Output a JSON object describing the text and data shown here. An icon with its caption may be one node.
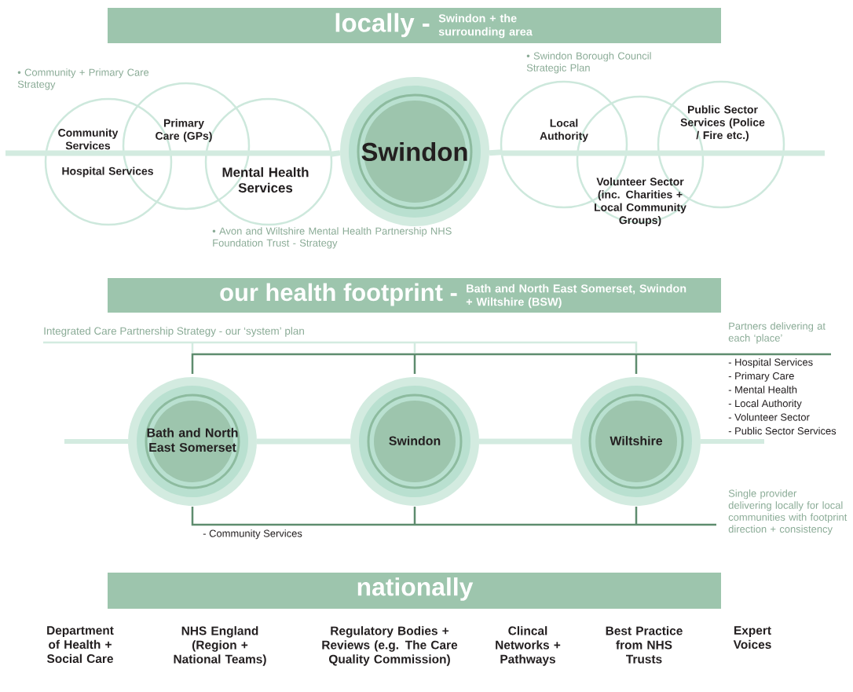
{
  "diagram": {
    "nodes": [
      {
        "text": [
          "locally -",
          "Swindon + the surrounding area"
        ]
      },
      {
        "text": [
          "Community Services",
          "Hospital Services"
        ]
      },
      {
        "text": [
          "Primary Care (GPs)"
        ]
      },
      {
        "text": [
          "Mental Health Services"
        ]
      },
      {
        "text": [
          "Swindon"
        ]
      },
      {
        "text": [
          "Local Authority"
        ]
      },
      {
        "text": [
          "Volunteer Sector (inc. Charities + Local Community Groups)"
        ]
      },
      {
        "text": [
          "Public Sector Services (Police / Fire etc.)"
        ]
      },
      {
        "text": [
          "our health footprint -",
          "Bath and North East Somerset, Swindon + Wiltshire (BSW)"
        ]
      },
      {
        "text": [
          "Bath and North East Somerset"
        ]
      },
      {
        "text": [
          "Swindon"
        ]
      },
      {
        "text": [
          "Wiltshire"
        ]
      },
      {
        "text": [
          "nationally"
        ]
      }
    ],
    "edges": [
      {
        "from": 3,
        "to": 4,
        "arrow": "none"
      },
      {
        "from": 4,
        "to": 5,
        "arrow": "none"
      },
      {
        "from": 9,
        "to": 10,
        "arrow": "none"
      },
      {
        "from": 10,
        "to": 11,
        "arrow": "none"
      }
    ],
    "labels": [
      "• Swindon Borough Council Strategic Plan",
      "• Community + Primary Care Strategy",
      "• Avon and Wiltshire Mental Health Partnership NHS Foundation Trust - Strategy",
      "Integrated Care Partnership Strategy - our ‘system’ plan",
      "Partners delivering at each ‘place’",
      "- Hospital Services",
      "- Primary Care",
      "- Mental Health",
      "- Local Authority",
      "- Volunteer Sector",
      "- Public Sector Services",
      "Single provider delivering locally for local communities with footprint direction + consistency",
      "- Community Services",
      "Department of Health + Social Care",
      "NHS England (Region + National Teams)",
      "Regulatory Bodies + Reviews (e.g. The Care Quality Commission)",
      "Clincal Networks + Pathways",
      "Best Practice from NHS Trusts",
      "Expert Voices"
    ]
  }
}
